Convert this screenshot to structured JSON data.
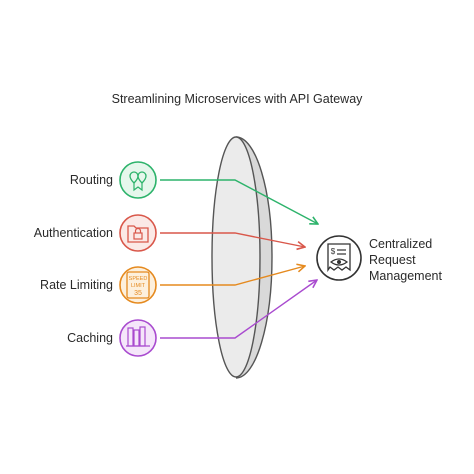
{
  "title": "Streamlining Microservices with API Gateway",
  "inputs": [
    {
      "label": "Routing",
      "icon": "map-pins-icon",
      "color": "#2db36b",
      "fill": "#e6f7ec"
    },
    {
      "label": "Authentication",
      "icon": "lock-folder-icon",
      "color": "#d9574a",
      "fill": "#fbe9e6"
    },
    {
      "label": "Rate Limiting",
      "icon": "speed-limit-sign-icon",
      "color": "#e58a1f",
      "fill": "#fdf0dd"
    },
    {
      "label": "Caching",
      "icon": "storage-books-icon",
      "color": "#a94bcf",
      "fill": "#f5e6fa"
    }
  ],
  "output": {
    "lines": [
      "Centralized",
      "Request",
      "Management"
    ],
    "icon": "receipt-eye-icon"
  },
  "lens_icon": "lens-icon"
}
